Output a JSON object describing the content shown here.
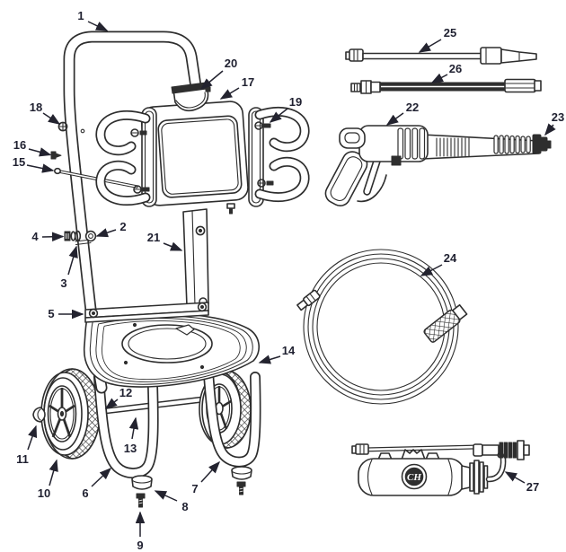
{
  "figure": {
    "kind": "exploded-parts-diagram",
    "colors": {
      "line": "#2e2e2e",
      "label_text": "#1f2030",
      "background": "#ffffff"
    }
  },
  "logo": {
    "monogram": "CH"
  },
  "callouts": [
    {
      "label": "1"
    },
    {
      "label": "2"
    },
    {
      "label": "3"
    },
    {
      "label": "4"
    },
    {
      "label": "5"
    },
    {
      "label": "6"
    },
    {
      "label": "7"
    },
    {
      "label": "8"
    },
    {
      "label": "9"
    },
    {
      "label": "10"
    },
    {
      "label": "11"
    },
    {
      "label": "12"
    },
    {
      "label": "13"
    },
    {
      "label": "14"
    },
    {
      "label": "15"
    },
    {
      "label": "16"
    },
    {
      "label": "17"
    },
    {
      "label": "18"
    },
    {
      "label": "19"
    },
    {
      "label": "20"
    },
    {
      "label": "21"
    },
    {
      "label": "22"
    },
    {
      "label": "23"
    },
    {
      "label": "24"
    },
    {
      "label": "25"
    },
    {
      "label": "26"
    },
    {
      "label": "27"
    }
  ]
}
